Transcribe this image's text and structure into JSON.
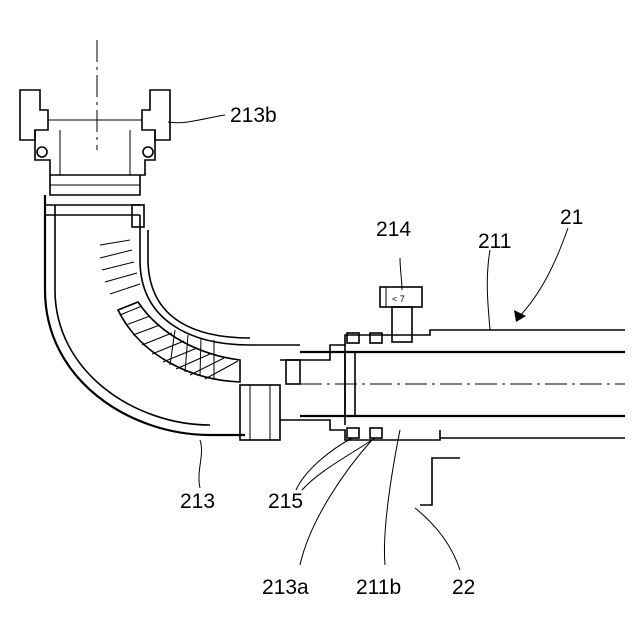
{
  "labels": {
    "shaft_assembly": "21",
    "shaft_tube": "211",
    "shaft_end": "211b",
    "joint_housing": "213",
    "housing_end": "213a",
    "flange_coupling": "213b",
    "fastener": "214",
    "seal_rings": "215",
    "support_frame": "22"
  },
  "fastener_marking": "< 7",
  "colors": {
    "ink": "#000000",
    "paper": "#ffffff"
  }
}
